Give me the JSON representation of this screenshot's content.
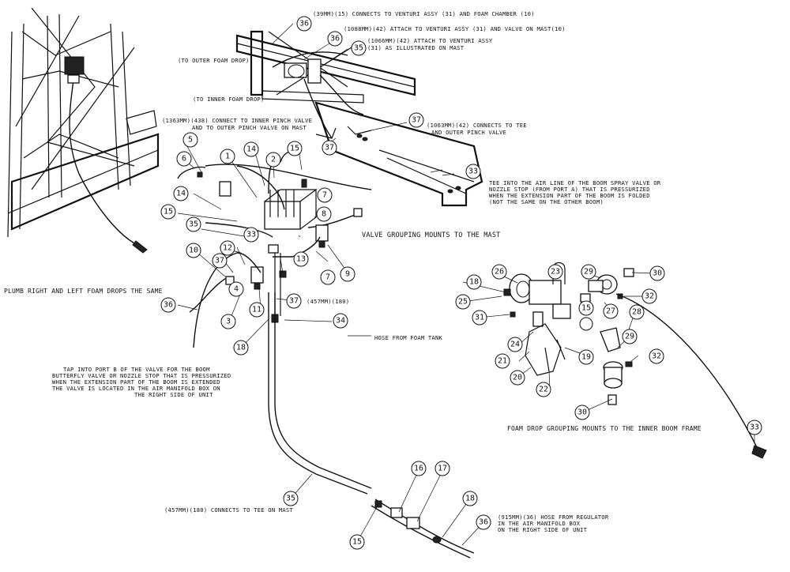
{
  "notes": {
    "n36_top": "(39MM)(15) CONNECTS TO VENTURI ASSY (31) AND FOAM CHAMBER (10)",
    "n36_mid_1": "(1088MM)(42) ATTACH TO VENTURI ASSY (31) AND VALVE ON MAST(10)",
    "n35_top_1": "(1066MM)(42) ATTACH TO VENTURI ASSY",
    "n35_top_2": "(31) AS ILLUSTRATED ON MAST",
    "outer_foam_drop": "(TO OUTER FOAM DROP)",
    "inner_foam_drop": "(TO INNER FOAM DROP)",
    "n37_left_1": "(1363MM)(438) CONNECT TO INNER PINCH VALVE",
    "n37_left_2": "AND TO OUTER PINCH VALVE ON MAST",
    "n37_right_1": "(1063MM)(42) CONNECTS TO TEE",
    "n37_right_2": "AND OUTER PINCH VALVE",
    "tee_1": "TEE INTO THE AIR LINE OF THE BOOM SPRAY VALVE OR",
    "tee_2": "NOZZLE STOP (FROM PORT A) THAT IS PRESSURIZED",
    "tee_3": "WHEN THE EXTENSION PART OF THE BOOM IS FOLDED",
    "tee_4": "(NOT THE SAME ON THE OTHER BOOM)",
    "valve_grouping": "VALVE GROUPING MOUNTS TO THE MAST",
    "plumb": "PLUMB RIGHT AND LEFT FOAM DROPS THE SAME",
    "n37_lower": "(457MM)(180)",
    "hose_foam": "HOSE FROM FOAM TANK",
    "tap_1": "TAP INTO PORT B OF THE VALVE FOR THE BOOM",
    "tap_2": "BUTTERFLY VALVE OR NOZZLE STOP THAT IS PRESSURIZED",
    "tap_3": "WHEN THE EXTENSION PART OF THE BOOM IS EXTENDED",
    "tap_4": "THE VALVE IS LOCATED IN THE AIR MANIFOLD BOX ON",
    "tap_5": "THE RIGHT SIDE OF UNIT",
    "foam_drop_grouping": "FOAM DROP GROUPING MOUNTS TO THE INNER BOOM FRAME",
    "n35_bottom": "(457MM)(180) CONNECTS TO TEE ON MAST",
    "n36_bottom_1": "(915MM)(36) HOSE FROM REGULATOR",
    "n36_bottom_2": "IN THE AIR MANIFOLD BOX",
    "n36_bottom_3": "ON THE RIGHT SIDE OF UNIT"
  },
  "callouts": {
    "c36a": "36",
    "c36b": "36",
    "c35a": "35",
    "c37a": "37",
    "c37b": "37",
    "c33a": "33",
    "c5": "5",
    "c6": "6",
    "c1": "1",
    "c14a": "14",
    "c2": "2",
    "c15a": "15",
    "c14b": "14",
    "c15b": "15",
    "c7a": "7",
    "c8": "8",
    "c35b": "35",
    "c33b": "33",
    "c12": "12",
    "c13": "13",
    "c10": "10",
    "c37c": "37",
    "c7b": "7",
    "c9": "9",
    "c4": "4",
    "c11": "11",
    "c3": "3",
    "c36c": "36",
    "c37d": "37",
    "c34": "34",
    "c18a": "18",
    "c35c": "35",
    "c16": "16",
    "c17": "17",
    "c18b": "18",
    "c15c": "15",
    "c36d": "36",
    "c18c": "18",
    "c26": "26",
    "c23": "23",
    "c29a": "29",
    "c30a": "30",
    "c25": "25",
    "c15d": "15",
    "c32a": "32",
    "c31": "31",
    "c27": "27",
    "c28": "28",
    "c24": "24",
    "c21": "21",
    "c19": "19",
    "c29b": "29",
    "c32b": "32",
    "c20": "20",
    "c22": "22",
    "c30b": "30",
    "c33c": "33"
  }
}
